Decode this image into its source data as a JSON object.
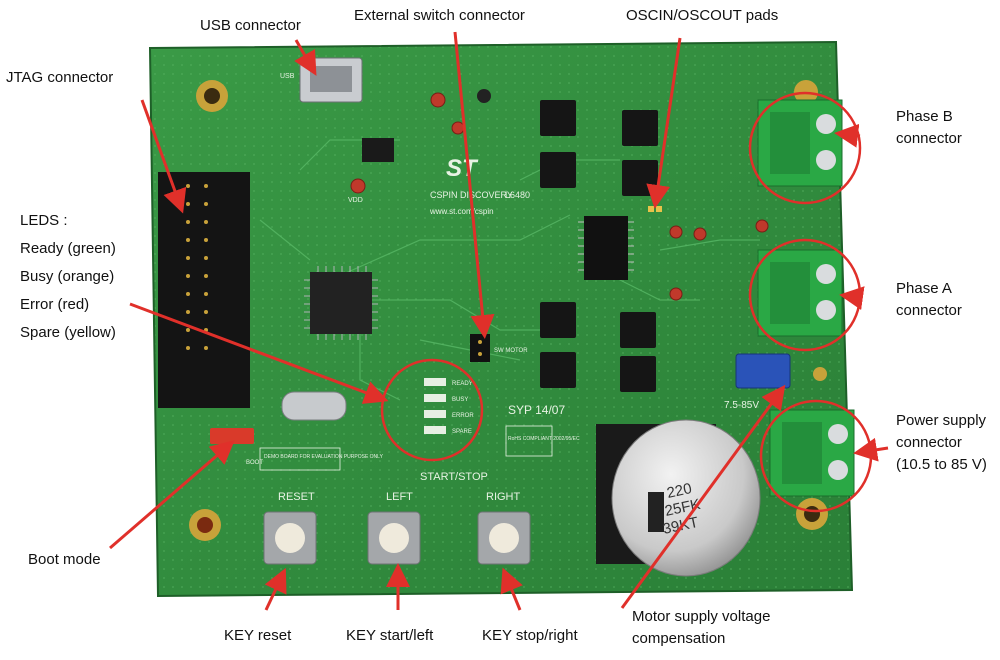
{
  "colors": {
    "pcb": "#2f8a3c",
    "pcb_dark": "#1e6a2b",
    "annotation": "#e0302a",
    "terminal_block": "#2aa845",
    "background": "#ffffff"
  },
  "board": {
    "brand_logo": "ST",
    "silkscreen_title": "CSPIN DISCOVERY",
    "silkscreen_chip": "L6480",
    "silkscreen_url": "www.st.com/cspin",
    "silkscreen_usb": "USB",
    "silkscreen_vdd": "VDD",
    "silkscreen_sw_motor": "SW MOTOR",
    "silkscreen_ready": "READY",
    "silkscreen_busy": "BUSY",
    "silkscreen_error": "ERROR",
    "silkscreen_spare": "SPARE",
    "silkscreen_boot": "BOOT",
    "silkscreen_demo": "DEMO BOARD FOR EVALUATION PURPOSE ONLY",
    "silkscreen_rohs": "RoHS COMPLIANT 2002/95/EC",
    "silkscreen_syp": "SYP 14/07",
    "silkscreen_reset": "RESET",
    "silkscreen_left": "LEFT",
    "silkscreen_right": "RIGHT",
    "silkscreen_start_stop": "START/STOP",
    "silkscreen_voltage": "7.5-85V",
    "capacitor_marking": [
      "220",
      "25FK",
      "39KT"
    ]
  },
  "callouts": {
    "usb_connector": "USB connector",
    "external_switch": "External switch connector",
    "oscin_pads": "OSCIN/OSCOUT pads",
    "jtag_connector": "JTAG connector",
    "leds_title": "LEDS :",
    "leds_ready": "Ready (green)",
    "leds_busy": "Busy (orange)",
    "leds_error": "Error (red)",
    "leds_spare": "Spare (yellow)",
    "phase_b_line1": "Phase B",
    "phase_b_line2": "connector",
    "phase_a_line1": "Phase A",
    "phase_a_line2": "connector",
    "power_line1": "Power supply",
    "power_line2": "connector",
    "power_line3": "(10.5 to 85 V)",
    "boot_mode": "Boot mode",
    "key_reset": "KEY reset",
    "key_start_left": "KEY start/left",
    "key_stop_right": "KEY stop/right",
    "motor_comp_line1": "Motor supply voltage",
    "motor_comp_line2": "compensation"
  }
}
